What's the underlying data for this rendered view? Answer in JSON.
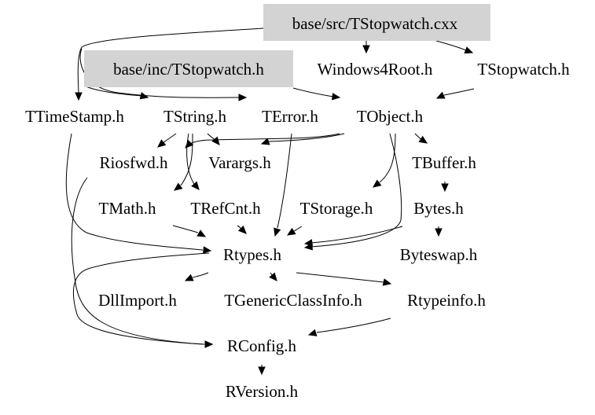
{
  "colors": {
    "highlight_fill": "#d3d3d3",
    "edge": "#000000",
    "text": "#000000",
    "background": "#ffffff"
  },
  "nodes": [
    {
      "id": "src",
      "label": "base/src/TStopwatch.cxx",
      "highlighted": true
    },
    {
      "id": "inc",
      "label": "base/inc/TStopwatch.h",
      "highlighted": true
    },
    {
      "id": "win4root",
      "label": "Windows4Root.h",
      "highlighted": false
    },
    {
      "id": "tstopwatch",
      "label": "TStopwatch.h",
      "highlighted": false
    },
    {
      "id": "ttimestamp",
      "label": "TTimeStamp.h",
      "highlighted": false
    },
    {
      "id": "tstring",
      "label": "TString.h",
      "highlighted": false
    },
    {
      "id": "terror",
      "label": "TError.h",
      "highlighted": false
    },
    {
      "id": "tobject",
      "label": "TObject.h",
      "highlighted": false
    },
    {
      "id": "riosfwd",
      "label": "Riosfwd.h",
      "highlighted": false
    },
    {
      "id": "varargs",
      "label": "Varargs.h",
      "highlighted": false
    },
    {
      "id": "tbuffer",
      "label": "TBuffer.h",
      "highlighted": false
    },
    {
      "id": "tmath",
      "label": "TMath.h",
      "highlighted": false
    },
    {
      "id": "trefcnt",
      "label": "TRefCnt.h",
      "highlighted": false
    },
    {
      "id": "tstorage",
      "label": "TStorage.h",
      "highlighted": false
    },
    {
      "id": "bytes",
      "label": "Bytes.h",
      "highlighted": false
    },
    {
      "id": "rtypes",
      "label": "Rtypes.h",
      "highlighted": false
    },
    {
      "id": "byteswap",
      "label": "Byteswap.h",
      "highlighted": false
    },
    {
      "id": "dllimport",
      "label": "DllImport.h",
      "highlighted": false
    },
    {
      "id": "tgeneric",
      "label": "TGenericClassInfo.h",
      "highlighted": false
    },
    {
      "id": "rtypeinfo",
      "label": "Rtypeinfo.h",
      "highlighted": false
    },
    {
      "id": "rconfig",
      "label": "RConfig.h",
      "highlighted": false
    },
    {
      "id": "rversion",
      "label": "RVersion.h",
      "highlighted": false
    }
  ],
  "edges": [
    {
      "from": "src",
      "to": "win4root"
    },
    {
      "from": "src",
      "to": "tstopwatch"
    },
    {
      "from": "src",
      "to": "ttimestamp"
    },
    {
      "from": "inc",
      "to": "tstring"
    },
    {
      "from": "inc",
      "to": "terror"
    },
    {
      "from": "inc",
      "to": "tobject"
    },
    {
      "from": "tstopwatch",
      "to": "tobject"
    },
    {
      "from": "ttimestamp",
      "to": "rtypes"
    },
    {
      "from": "tstring",
      "to": "riosfwd"
    },
    {
      "from": "tstring",
      "to": "varargs"
    },
    {
      "from": "tstring",
      "to": "tmath"
    },
    {
      "from": "tstring",
      "to": "trefcnt"
    },
    {
      "from": "terror",
      "to": "rtypes"
    },
    {
      "from": "tobject",
      "to": "varargs"
    },
    {
      "from": "tobject",
      "to": "riosfwd"
    },
    {
      "from": "tobject",
      "to": "tbuffer"
    },
    {
      "from": "tobject",
      "to": "tstorage"
    },
    {
      "from": "tobject",
      "to": "rtypes"
    },
    {
      "from": "riosfwd",
      "to": "rconfig"
    },
    {
      "from": "tbuffer",
      "to": "bytes"
    },
    {
      "from": "tmath",
      "to": "rtypes"
    },
    {
      "from": "trefcnt",
      "to": "rtypes"
    },
    {
      "from": "tstorage",
      "to": "rtypes"
    },
    {
      "from": "bytes",
      "to": "byteswap"
    },
    {
      "from": "bytes",
      "to": "rtypes"
    },
    {
      "from": "rtypes",
      "to": "dllimport"
    },
    {
      "from": "rtypes",
      "to": "tgeneric"
    },
    {
      "from": "rtypes",
      "to": "rtypeinfo"
    },
    {
      "from": "rtypes",
      "to": "rconfig"
    },
    {
      "from": "rtypeinfo",
      "to": "rconfig"
    },
    {
      "from": "rconfig",
      "to": "rversion"
    }
  ]
}
